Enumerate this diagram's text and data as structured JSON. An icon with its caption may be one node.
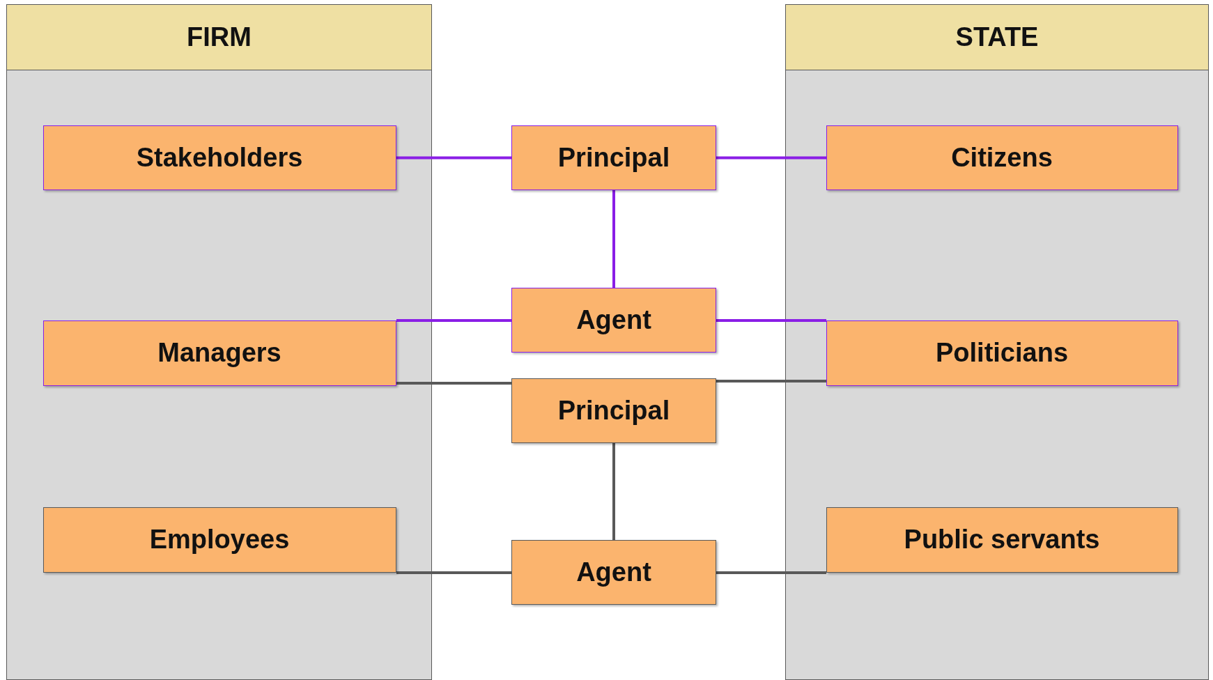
{
  "diagram": {
    "nodes": [
      {
        "text": [
          "FIRM"
        ]
      },
      {
        "text": [
          "Stakeholders"
        ],
        "in": 0
      },
      {
        "text": [
          "Managers"
        ],
        "in": 0
      },
      {
        "text": [
          "Employees"
        ],
        "in": 0
      },
      {
        "text": [
          "Principal"
        ]
      },
      {
        "text": [
          "Agent"
        ]
      },
      {
        "text": [
          "Principal"
        ]
      },
      {
        "text": [
          "Agent"
        ]
      },
      {
        "text": [
          "STATE"
        ]
      },
      {
        "text": [
          "Citizens"
        ],
        "in": 8
      },
      {
        "text": [
          "Politicians"
        ],
        "in": 8
      },
      {
        "text": [
          "Public servants"
        ],
        "in": 8
      }
    ],
    "edges": [
      {
        "from": 1,
        "to": 4,
        "arrow": "none",
        "color": "#8a1ee6"
      },
      {
        "from": 4,
        "to": 9,
        "arrow": "none",
        "color": "#8a1ee6"
      },
      {
        "from": 4,
        "to": 5,
        "arrow": "none",
        "color": "#8a1ee6"
      },
      {
        "from": 2,
        "to": 5,
        "arrow": "none",
        "color": "#8a1ee6"
      },
      {
        "from": 5,
        "to": 10,
        "arrow": "none",
        "color": "#8a1ee6"
      },
      {
        "from": 2,
        "to": 6,
        "arrow": "none",
        "color": "#595959"
      },
      {
        "from": 6,
        "to": 10,
        "arrow": "none",
        "color": "#595959"
      },
      {
        "from": 6,
        "to": 7,
        "arrow": "none",
        "color": "#595959"
      },
      {
        "from": 3,
        "to": 7,
        "arrow": "none",
        "color": "#595959"
      },
      {
        "from": 7,
        "to": 11,
        "arrow": "none",
        "color": "#595959"
      }
    ]
  }
}
